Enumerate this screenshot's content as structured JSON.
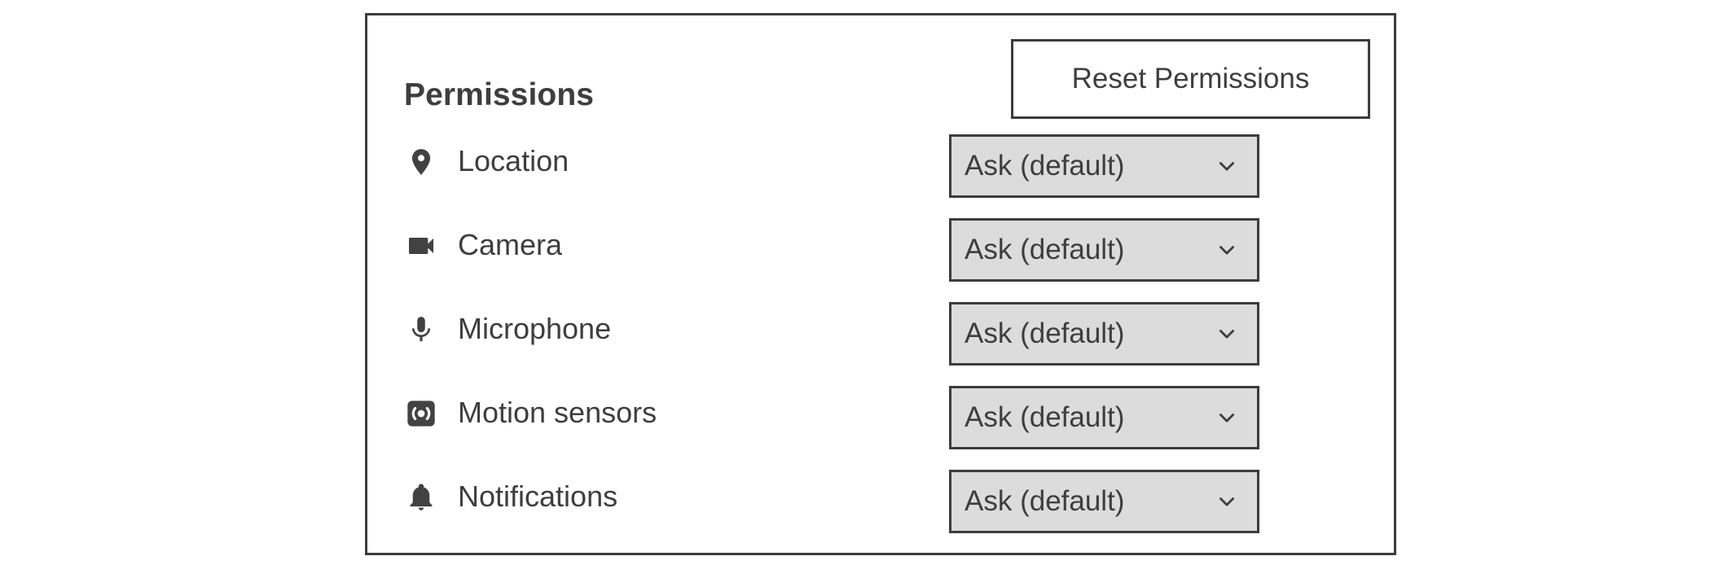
{
  "panel": {
    "title": "Permissions",
    "reset_button_label": "Reset Permissions",
    "border_color": "#3c3c3c",
    "background_color": "#ffffff",
    "text_color": "#3e3e3e"
  },
  "select_style": {
    "background_color": "#dcdcdc",
    "border_color": "#3c3c3c",
    "chevron_icon": "chevron-down-icon"
  },
  "permissions": [
    {
      "icon": "location-pin-icon",
      "label": "Location",
      "value": "Ask (default)"
    },
    {
      "icon": "videocam-icon",
      "label": "Camera",
      "value": "Ask (default)"
    },
    {
      "icon": "microphone-icon",
      "label": "Microphone",
      "value": "Ask (default)"
    },
    {
      "icon": "motion-sensors-icon",
      "label": "Motion sensors",
      "value": "Ask (default)"
    },
    {
      "icon": "bell-icon",
      "label": "Notifications",
      "value": "Ask (default)"
    }
  ]
}
